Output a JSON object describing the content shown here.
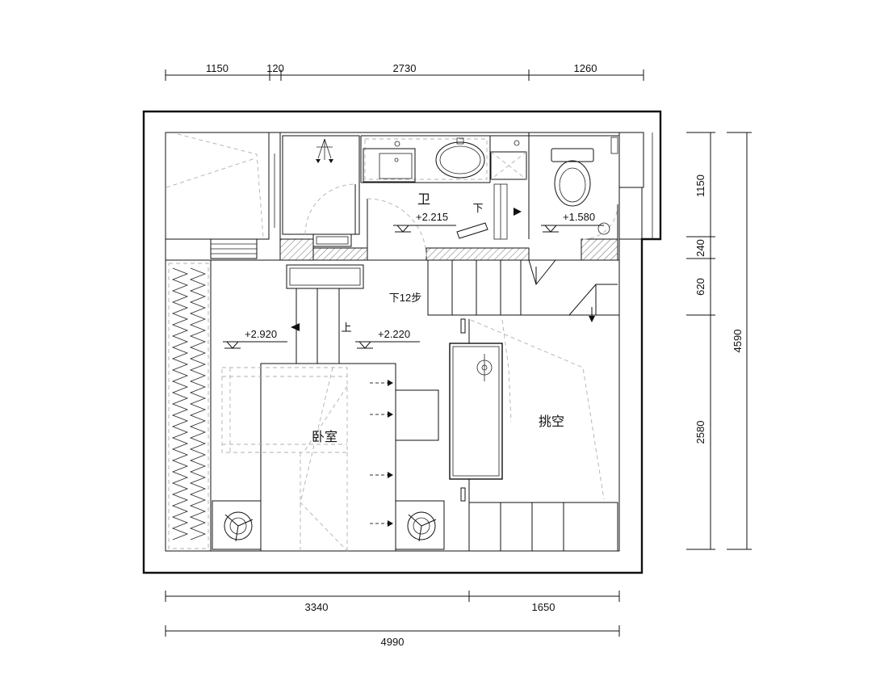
{
  "dimensions": {
    "top": [
      "1150",
      "120",
      "2730",
      "1260"
    ],
    "right": [
      "1150",
      "240",
      "620",
      "2580"
    ],
    "right_total": "4590",
    "bottom": [
      "3340",
      "1650"
    ],
    "bottom_total": "4990"
  },
  "rooms": {
    "bathroom": "卫",
    "bedroom": "卧室",
    "void": "挑空"
  },
  "elevations": {
    "bathroom": "+2.215",
    "toilet": "+1.580",
    "bedroom": "+2.920",
    "landing": "+2.220"
  },
  "stairs": {
    "bathroom_down": "下",
    "main_down": "下12步",
    "ladder_up": "上"
  }
}
